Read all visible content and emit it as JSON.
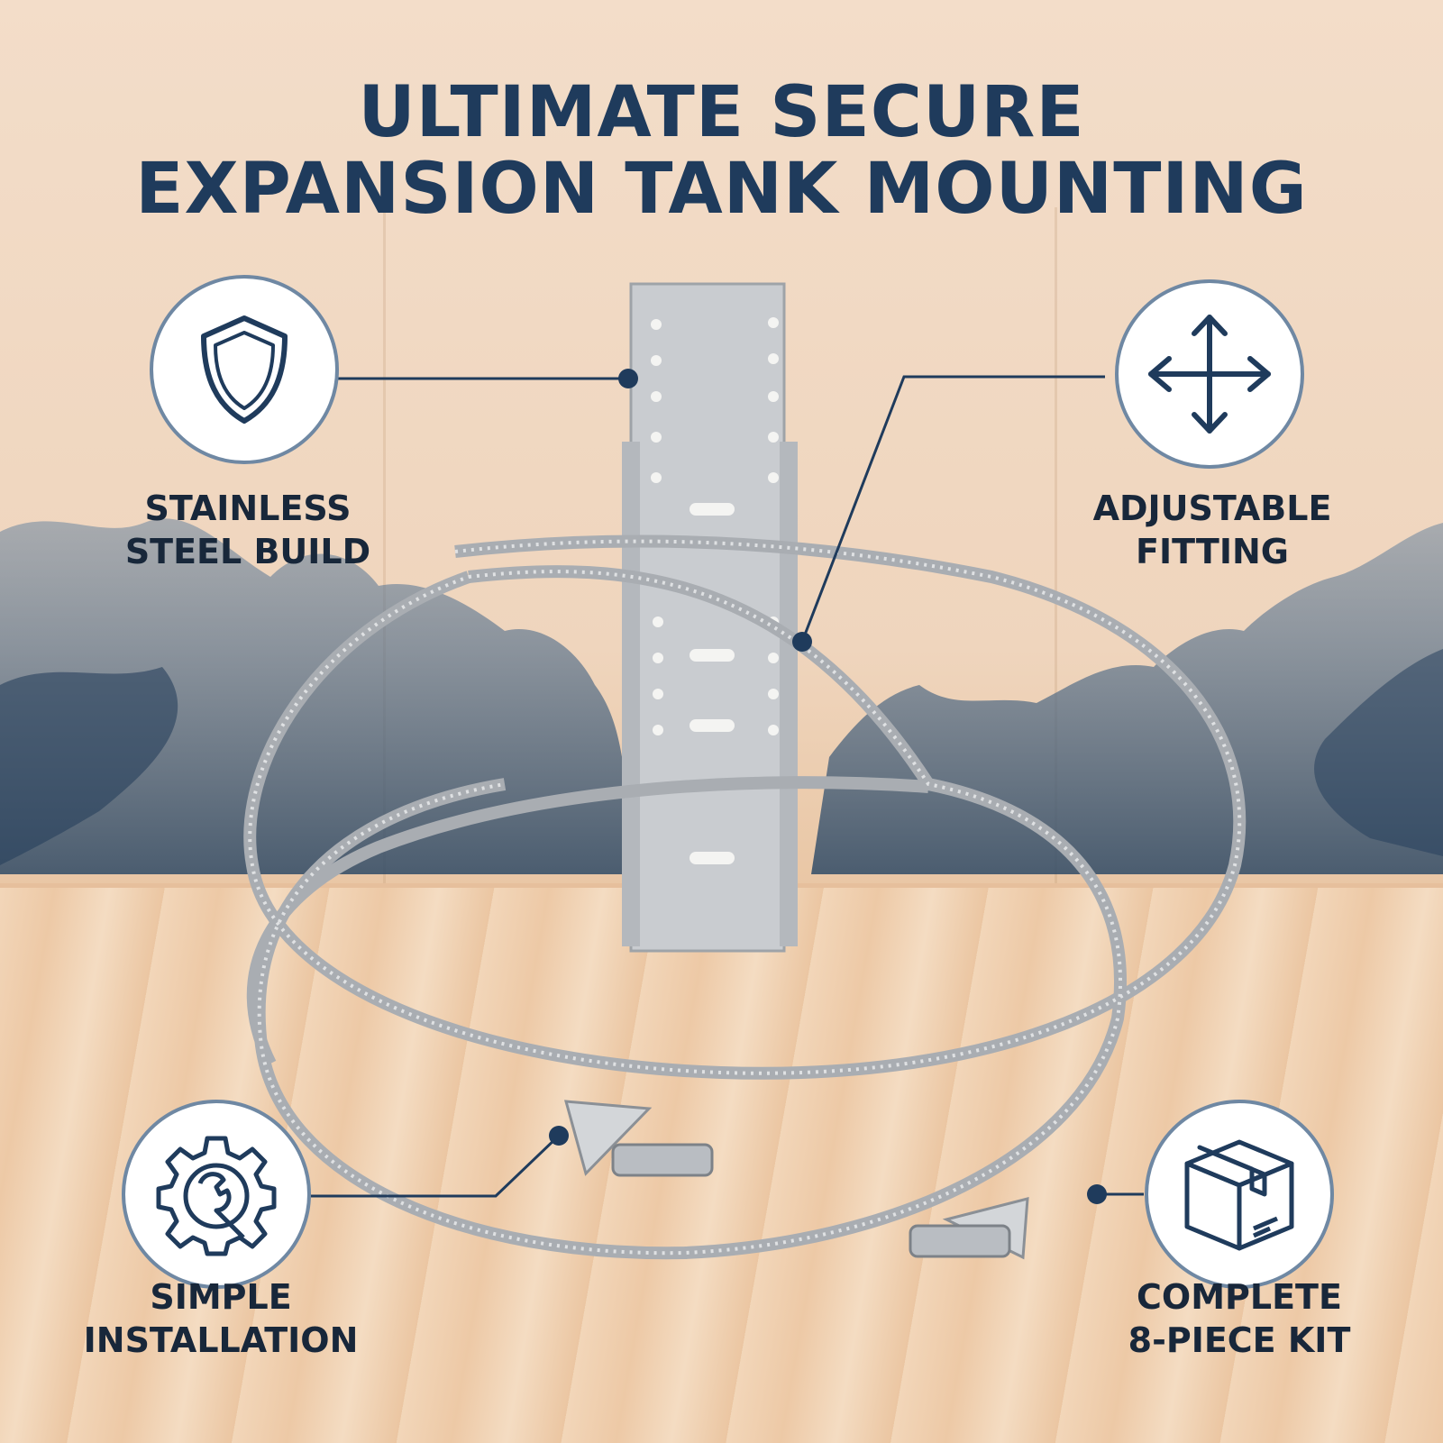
{
  "title": {
    "line1": "ULTIMATE SECURE",
    "line2": "EXPANSION TANK MOUNTING"
  },
  "features": [
    {
      "icon": "shield-icon",
      "line1": "STAINLESS",
      "line2": "STEEL BUILD"
    },
    {
      "icon": "move-arrows-icon",
      "line1": "ADJUSTABLE",
      "line2": "FITTING"
    },
    {
      "icon": "gear-wrench-icon",
      "line1": "SIMPLE",
      "line2": "INSTALLATION"
    },
    {
      "icon": "box-icon",
      "line1": "COMPLETE",
      "line2": "8-PIECE KIT"
    }
  ],
  "colors": {
    "title": "#1f3b5c",
    "icon": "#1f3b5c",
    "circle_border": "#6f88a3",
    "label": "#18273a",
    "wall": "#f3ddc9",
    "cloud": "#4a6580"
  }
}
